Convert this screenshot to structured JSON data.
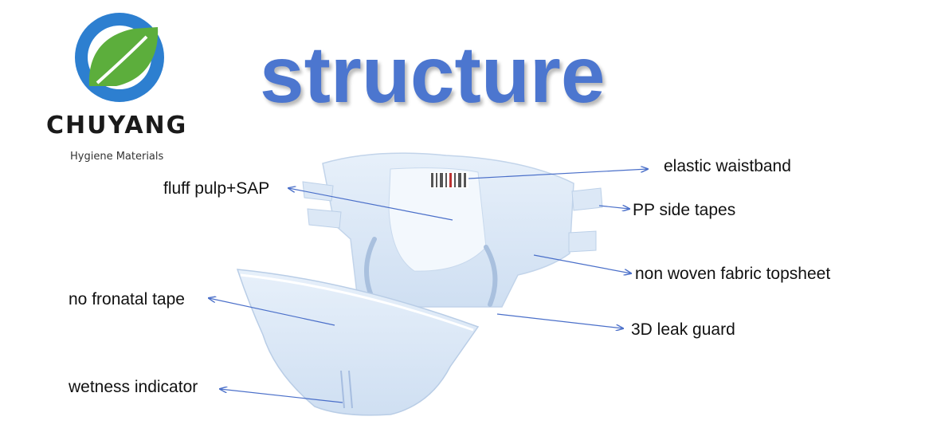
{
  "brand": {
    "name": "CHUYANG",
    "subtitle": "Hygiene Materials",
    "logo_icon": "leaf-icon",
    "colors": {
      "blue": "#2d7fd0",
      "green": "#5cae3c"
    }
  },
  "title": "structure",
  "labels": {
    "elastic_waistband": "elastic waistband",
    "fluff_pulp_sap": "fluff pulp+SAP",
    "pp_side_tapes": "PP side tapes",
    "non_woven_topsheet": "non woven fabric topsheet",
    "no_frontal_tape": "no fronatal tape",
    "leak_guard": "3D leak guard",
    "wetness_indicator": "wetness indicator"
  },
  "colors": {
    "title": "#4c76cf",
    "arrow": "#4a6fc9",
    "product": "#dbe8f6"
  }
}
